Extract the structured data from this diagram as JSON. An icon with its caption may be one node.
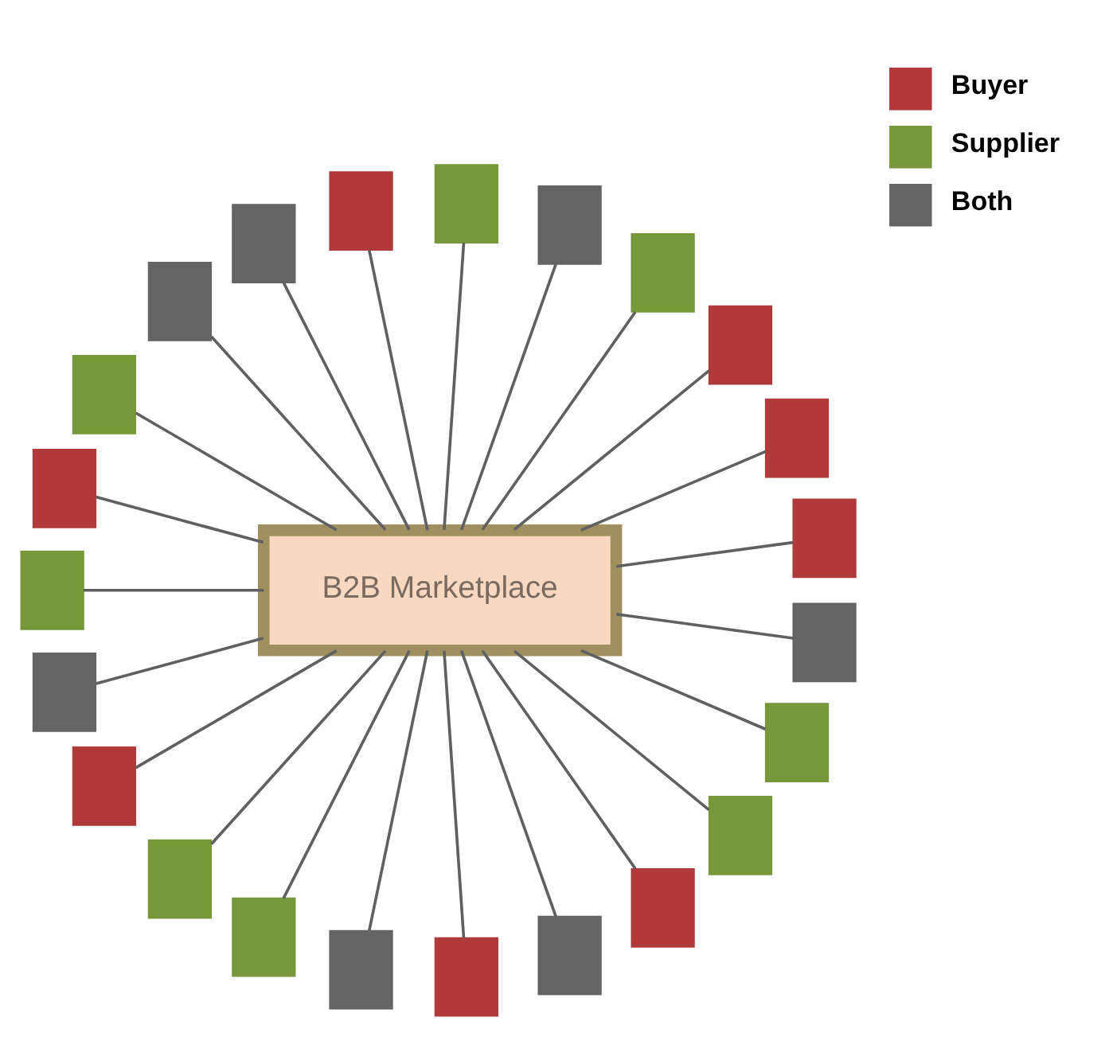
{
  "diagram": {
    "nodes": [
      {
        "text": [
          "B2B Marketplace"
        ]
      },
      {
        "text": [],
        "shape": "box"
      },
      {
        "text": [],
        "shape": "box"
      },
      {
        "text": [],
        "shape": "box"
      },
      {
        "text": [],
        "shape": "box"
      },
      {
        "text": [],
        "shape": "box"
      },
      {
        "text": [],
        "shape": "box"
      },
      {
        "text": [],
        "shape": "box"
      },
      {
        "text": [],
        "shape": "box"
      },
      {
        "text": [],
        "shape": "box"
      },
      {
        "text": [],
        "shape": "box"
      },
      {
        "text": [],
        "shape": "box"
      },
      {
        "text": [],
        "shape": "box"
      },
      {
        "text": [],
        "shape": "box"
      },
      {
        "text": [],
        "shape": "box"
      },
      {
        "text": [],
        "shape": "box"
      },
      {
        "text": [],
        "shape": "box"
      },
      {
        "text": [],
        "shape": "box"
      },
      {
        "text": [],
        "shape": "box"
      },
      {
        "text": [],
        "shape": "box"
      },
      {
        "text": [],
        "shape": "box"
      },
      {
        "text": [],
        "shape": "box"
      },
      {
        "text": [],
        "shape": "box"
      },
      {
        "text": [],
        "shape": "box"
      }
    ],
    "edges": [
      {
        "from": 0,
        "to": 1,
        "arrow": "none"
      },
      {
        "from": 0,
        "to": 2,
        "arrow": "none"
      },
      {
        "from": 0,
        "to": 3,
        "arrow": "none"
      },
      {
        "from": 0,
        "to": 4,
        "arrow": "none"
      },
      {
        "from": 0,
        "to": 5,
        "arrow": "none"
      },
      {
        "from": 0,
        "to": 6,
        "arrow": "none"
      },
      {
        "from": 0,
        "to": 7,
        "arrow": "none"
      },
      {
        "from": 0,
        "to": 8,
        "arrow": "none"
      },
      {
        "from": 0,
        "to": 9,
        "arrow": "none"
      },
      {
        "from": 0,
        "to": 10,
        "arrow": "none"
      },
      {
        "from": 0,
        "to": 11,
        "arrow": "none"
      },
      {
        "from": 0,
        "to": 12,
        "arrow": "none"
      },
      {
        "from": 0,
        "to": 13,
        "arrow": "none"
      },
      {
        "from": 0,
        "to": 14,
        "arrow": "none"
      },
      {
        "from": 0,
        "to": 15,
        "arrow": "none"
      },
      {
        "from": 0,
        "to": 16,
        "arrow": "none"
      },
      {
        "from": 0,
        "to": 17,
        "arrow": "none"
      },
      {
        "from": 0,
        "to": 18,
        "arrow": "none"
      },
      {
        "from": 0,
        "to": 19,
        "arrow": "none"
      },
      {
        "from": 0,
        "to": 20,
        "arrow": "none"
      },
      {
        "from": 0,
        "to": 21,
        "arrow": "none"
      },
      {
        "from": 0,
        "to": 22,
        "arrow": "none"
      },
      {
        "from": 0,
        "to": 23,
        "arrow": "none"
      }
    ],
    "legend": [
      {
        "text": "Buyer",
        "color": "#b03a3a"
      },
      {
        "text": "Supplier",
        "color": "#77983a"
      },
      {
        "text": "Both",
        "color": "#646464"
      }
    ]
  }
}
